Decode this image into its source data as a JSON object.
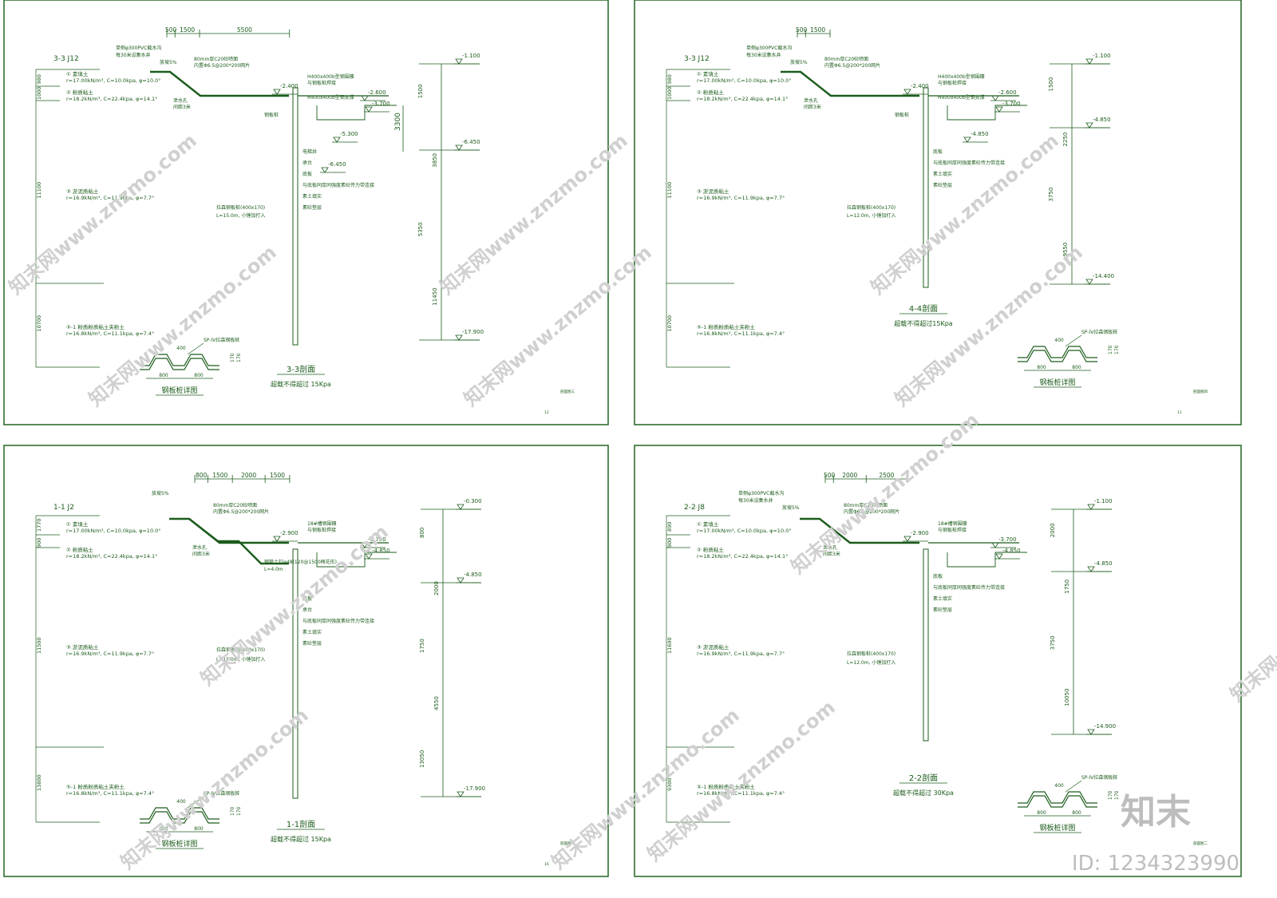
{
  "colors": {
    "line": "#1c5c1c",
    "frame": "#2e6e2e",
    "watermark": "#d2d2d2",
    "watermark_logo": "#bdbdbd"
  },
  "watermark": {
    "text": "知末网www.znzmo.com",
    "logo": "知末",
    "id": "ID: 1234323990"
  },
  "panels": [
    {
      "key": "p1",
      "corner_title": "3-3  J12",
      "section_title": "3-3剖面",
      "load_note": "超载不得超过 15Kpa",
      "top_dims": [
        "500",
        "1500",
        "5500"
      ],
      "soils": [
        {
          "t1": "① 素填土",
          "t2": "r=17.00kN/m³, C=10.0kpa, φ=10.0°"
        },
        {
          "t1": "② 粉质粘土",
          "t2": "r=18.2kN/m³, C=22.4kpa, φ=14.1°"
        },
        {
          "t1": "③ 淤泥质粘土",
          "t2": "r=16.9kN/m³, C=11.9kpa, φ=7.7°"
        },
        {
          "t1": "⑤-1 粉质粉质粘土夹粉土",
          "t2": "r=16.8kN/m³, C=11.1kpa, φ=7.4°"
        }
      ],
      "layer_thk": [
        "980",
        "1000",
        "11100",
        "10700"
      ],
      "labels": [
        "单侧φ300PVC截水沟",
        "每30米设集水井",
        "放坡5%",
        "80mm厚C20砼喷面",
        "内置Φ6.5@200*200网片",
        "泄水孔",
        "间距3米",
        "钢板桩",
        "H400x400b型钢围檩",
        "与钢板桩焊接",
        "H400x400b型钢支撑",
        "电梯井",
        "承台",
        "底板",
        "与底板同厚同强度素砼传力带连接",
        "素土填实",
        "素砼垫层",
        "拉森钢板桩(400x170)",
        "L=15.0m, 小锤加打入"
      ],
      "elevations": [
        "-2.400",
        "-2.600",
        "-3.700",
        "-5.300",
        "-6.450"
      ],
      "right_elev": [
        "-1.100",
        "-6.450",
        "-17.900"
      ],
      "right_dims": [
        "1500",
        "3850",
        "5350",
        "11450"
      ],
      "pit_dim": "3300",
      "detail_title": "钢板桩详图",
      "detail_label": "SP-IV拉森钢板桩",
      "detail_dims": [
        "400",
        "800",
        "800",
        "170",
        "170"
      ],
      "sheet_no": "12",
      "sheet_name": "剖面图三"
    },
    {
      "key": "p2",
      "corner_title": "3-3  J12",
      "section_title": "4-4剖面",
      "load_note": "超载不得超过15Kpa",
      "top_dims": [
        "500",
        "1500"
      ],
      "soils": [
        {
          "t1": "① 素填土",
          "t2": "r=17.00kN/m³, C=10.0kpa, φ=10.0°"
        },
        {
          "t1": "② 粉质粘土",
          "t2": "r=18.2kN/m³, C=22.4kpa, φ=14.1°"
        },
        {
          "t1": "③ 淤泥质粘土",
          "t2": "r=16.9kN/m³, C=11.9kpa, φ=7.7°"
        },
        {
          "t1": "⑤-1 粉质粉质粘土夹粉土",
          "t2": "r=16.8kN/m³, C=11.1kpa, φ=7.4°"
        }
      ],
      "layer_thk": [
        "980",
        "1000",
        "11100",
        "10700"
      ],
      "labels": [
        "单侧φ300PVC截水沟",
        "每30米设集水井",
        "放坡5%",
        "80mm厚C20砼喷面",
        "内置Φ6.5@200*200网片",
        "泄水孔",
        "间距3米",
        "钢板桩",
        "H400x400b型钢围檩",
        "与钢板桩焊接",
        "H400x400b型钢支撑",
        "底板",
        "与底板同厚同强度素砼传力带连接",
        "素土填实",
        "素砼垫层",
        "拉森钢板桩(400x170)",
        "L=12.0m, 小锤加打入"
      ],
      "elevations": [
        "-2.400",
        "-2.600",
        "-3.700",
        "-4.850"
      ],
      "right_elev": [
        "-1.100",
        "-4.850",
        "-14.400"
      ],
      "right_dims": [
        "1500",
        "2250",
        "3750",
        "9550"
      ],
      "pit_dim": "",
      "detail_title": "钢板桩详图",
      "detail_label": "SP-IV拉森钢板桩",
      "detail_dims": [
        "400",
        "800",
        "800",
        "170",
        "170"
      ],
      "sheet_no": "11",
      "sheet_name": "剖面图四"
    },
    {
      "key": "p3",
      "corner_title": "1-1  J2",
      "section_title": "1-1剖面",
      "load_note": "超载不得超过 15Kpa",
      "top_dims": [
        "800",
        "1500",
        "2000",
        "1500"
      ],
      "soils": [
        {
          "t1": "① 素填土",
          "t2": "r=17.00kN/m³, C=10.0kpa, φ=10.0°"
        },
        {
          "t1": "② 粉质粘土",
          "t2": "r=18.2kN/m³, C=22.4kpa, φ=14.1°"
        },
        {
          "t1": "③ 淤泥质粘土",
          "t2": "r=16.9kN/m³, C=11.9kpa, φ=7.7°"
        },
        {
          "t1": "⑤-1 粉质粉质粘土夹粉土",
          "t2": "r=16.8kN/m³, C=11.1kpa, φ=7.4°"
        }
      ],
      "layer_thk": [
        "1770",
        "900",
        "11500",
        "13800"
      ],
      "labels": [
        "放坡5%",
        "80mm厚C20砼喷面",
        "内置Φ6.5@200*200网片",
        "泄水孔",
        "间距3米",
        "钢管土钉φ48(120@1500梅花形)",
        "L=4.0m",
        "18#槽钢围檩",
        "与钢板桩焊接",
        "底板",
        "承台",
        "与底板同厚同强度素砼传力带连接",
        "素土填实",
        "素砼垫层",
        "拉森钢板桩(400x170)",
        "L=15.0m, 小锤加打入"
      ],
      "elevations": [
        "-2.900",
        "-3.700",
        "-4.850"
      ],
      "right_elev": [
        "-0.300",
        "-4.850",
        "-17.900"
      ],
      "right_dims": [
        "800",
        "2000",
        "1750",
        "4550",
        "13050"
      ],
      "pit_dim": "",
      "detail_title": "钢板桩详图",
      "detail_label": "SP-IV拉森钢板桩",
      "detail_dims": [
        "400",
        "800",
        "800",
        "170",
        "170"
      ],
      "sheet_no": "16",
      "sheet_name": "剖面图一"
    },
    {
      "key": "p4",
      "corner_title": "2-2  J8",
      "section_title": "2-2剖面",
      "load_note": "超载不得超过 30Kpa",
      "top_dims": [
        "500",
        "2000",
        "2500"
      ],
      "soils": [
        {
          "t1": "① 素填土",
          "t2": "r=17.00kN/m³, C=10.0kpa, φ=10.0°"
        },
        {
          "t1": "② 粉质粘土",
          "t2": "r=18.2kN/m³, C=22.4kpa, φ=14.1°"
        },
        {
          "t1": "③ 淤泥质粘土",
          "t2": "r=16.9kN/m³, C=11.9kpa, φ=7.7°"
        },
        {
          "t1": "⑤-1 粉质粉质粘土夹粉土",
          "t2": "r=16.8kN/m³, C=11.1kpa, φ=7.4°"
        }
      ],
      "layer_thk": [
        "890",
        "900",
        "11600",
        "9300"
      ],
      "labels": [
        "单侧φ300PVC截水沟",
        "每30米设集水井",
        "放坡5%",
        "80mm厚C20砼喷面",
        "内置Φ6.5@200*200网片",
        "泄水孔",
        "间距3米",
        "18#槽钢围檩",
        "与钢板桩焊接",
        "底板",
        "与底板同厚同强度素砼传力带连接",
        "素土填实",
        "素砼垫层",
        "拉森钢板桩(400x170)",
        "L=12.0m, 小锤加打入"
      ],
      "elevations": [
        "-2.900",
        "-3.700",
        "-4.850"
      ],
      "right_elev": [
        "-1.100",
        "-4.850",
        "-14.900"
      ],
      "right_dims": [
        "2000",
        "1750",
        "3750",
        "10050"
      ],
      "pit_dim": "",
      "detail_title": "钢板桩详图",
      "detail_label": "SP-IV拉森钢板桩",
      "detail_dims": [
        "400",
        "800",
        "800",
        "170",
        "170"
      ],
      "sheet_no": "",
      "sheet_name": "剖面图二"
    }
  ]
}
